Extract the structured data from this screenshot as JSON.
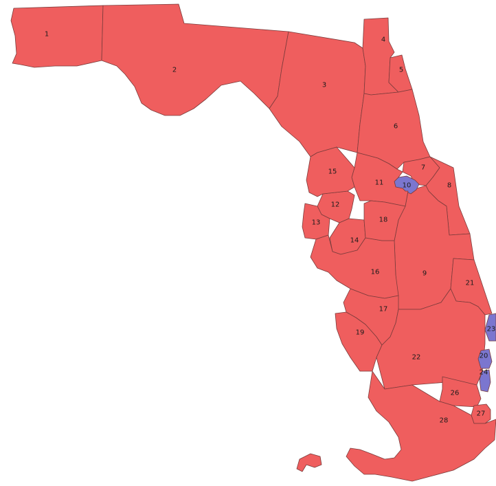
{
  "colors": {
    "republican": "#ef5e5e",
    "democrat": "#7b76cf",
    "border": "#7a3b3b"
  },
  "districts": [
    {
      "id": "1",
      "party": "republican"
    },
    {
      "id": "2",
      "party": "republican"
    },
    {
      "id": "3",
      "party": "republican"
    },
    {
      "id": "4",
      "party": "republican"
    },
    {
      "id": "5",
      "party": "republican"
    },
    {
      "id": "6",
      "party": "republican"
    },
    {
      "id": "7",
      "party": "republican"
    },
    {
      "id": "8",
      "party": "republican"
    },
    {
      "id": "9",
      "party": "republican"
    },
    {
      "id": "10",
      "party": "democrat"
    },
    {
      "id": "11",
      "party": "republican"
    },
    {
      "id": "12",
      "party": "republican"
    },
    {
      "id": "13",
      "party": "republican"
    },
    {
      "id": "14",
      "party": "republican"
    },
    {
      "id": "15",
      "party": "republican"
    },
    {
      "id": "16",
      "party": "republican"
    },
    {
      "id": "17",
      "party": "republican"
    },
    {
      "id": "18",
      "party": "republican"
    },
    {
      "id": "19",
      "party": "republican"
    },
    {
      "id": "20",
      "party": "democrat"
    },
    {
      "id": "21",
      "party": "republican"
    },
    {
      "id": "22",
      "party": "republican"
    },
    {
      "id": "23",
      "party": "democrat"
    },
    {
      "id": "24",
      "party": "democrat"
    },
    {
      "id": "26",
      "party": "republican"
    },
    {
      "id": "27",
      "party": "republican"
    },
    {
      "id": "28",
      "party": "republican"
    }
  ]
}
